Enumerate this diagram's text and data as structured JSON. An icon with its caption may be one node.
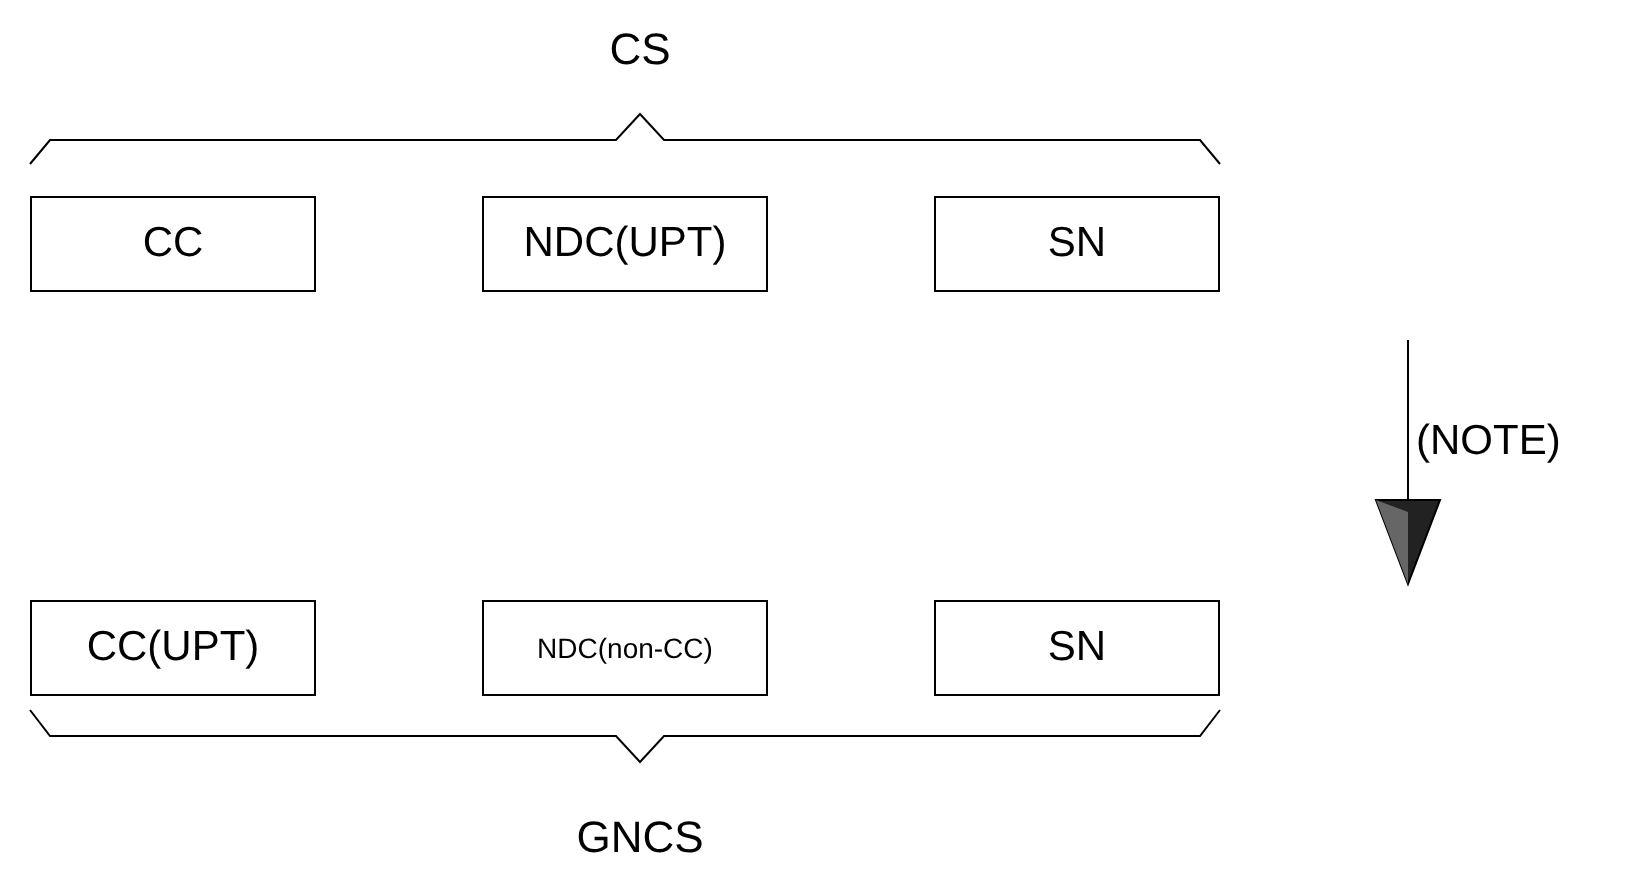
{
  "diagram": {
    "nodes": [
      {
        "text": [
          "CC"
        ]
      },
      {
        "text": [
          "NDC(UPT)"
        ]
      },
      {
        "text": [
          "SN"
        ]
      },
      {
        "text": [
          "CC(UPT)"
        ]
      },
      {
        "text": [
          "NDC(non-CC)"
        ]
      },
      {
        "text": [
          "SN"
        ]
      }
    ],
    "labels": [
      "CS",
      "(NOTE)",
      "GNCS"
    ]
  }
}
